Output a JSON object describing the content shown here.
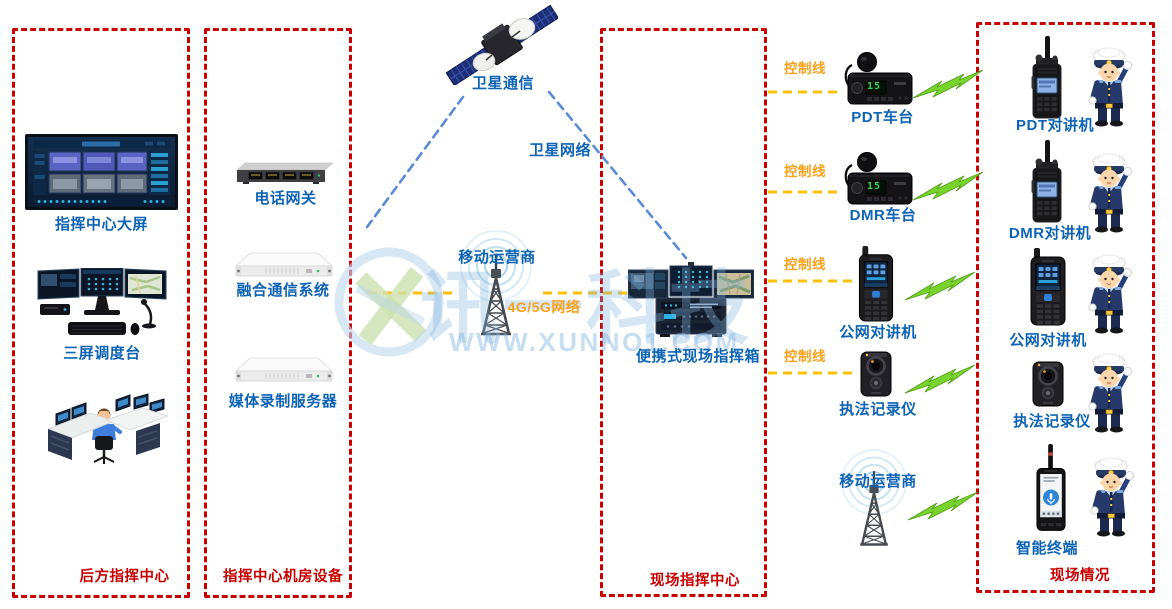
{
  "sections": {
    "rear": {
      "title": "后方指挥中心",
      "big_screen_label": "指挥中心大屏",
      "console_label": "三屏调度台"
    },
    "room": {
      "title": "指挥中心机房设备",
      "gateway_label": "电话网关",
      "fusion_label": "融合通信系统",
      "media_label": "媒体录制服务器"
    },
    "field_center": {
      "title": "现场指挥中心",
      "case_label": "便携式现场指挥箱"
    },
    "field": {
      "title": "现场情况",
      "pdt_label": "PDT对讲机",
      "dmr_label": "DMR对讲机",
      "pnet_label": "公网对讲机",
      "recorder_label": "执法记录仪",
      "smart_label": "智能终端"
    }
  },
  "network": {
    "satellite_label": "卫星通信",
    "satellite_net_label": "卫星网络",
    "carrier_mid_label": "移动运营商",
    "g45_label": "4G/5G网络",
    "carrier_right_label": "移动运营商"
  },
  "devices_mid": {
    "pdt_car_label": "PDT车台",
    "dmr_car_label": "DMR车台",
    "pnet_label": "公网对讲机",
    "recorder_label": "执法记录仪",
    "radio_display": "15"
  },
  "control_line_label": "控制线",
  "watermark": {
    "brand": "讯一科技",
    "url": "WWW.XUNNO1.COM"
  },
  "colors": {
    "border_red": "#c80000",
    "label_blue": "#0d63b5",
    "line_yellow": "#ffc008",
    "line_blue": "#5b8bd6",
    "bolt_green": "#78d32c"
  }
}
